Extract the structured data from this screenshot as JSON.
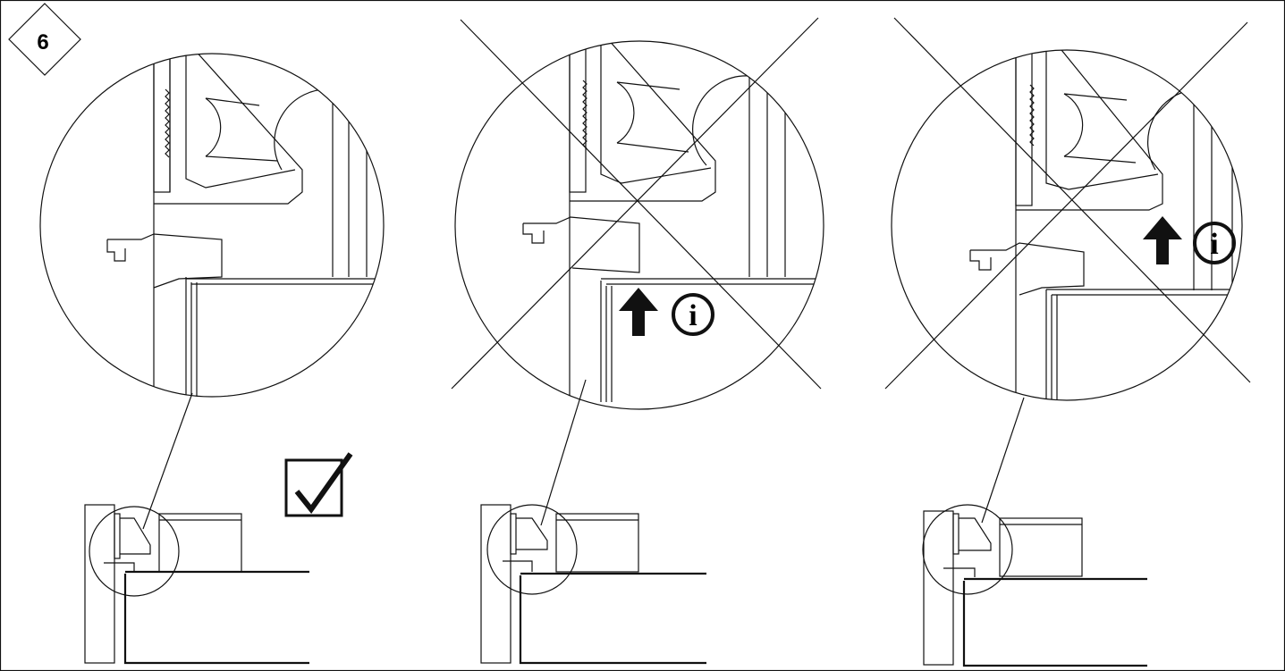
{
  "step": {
    "number": "6"
  },
  "panels": [
    {
      "id": "correct",
      "status": "correct",
      "mark_icon": "checkmark-icon"
    },
    {
      "id": "wrong-1",
      "status": "incorrect",
      "mark_icon": "cross-out-icon",
      "hint_icons": [
        "up-arrow-icon",
        "info-icon"
      ]
    },
    {
      "id": "wrong-2",
      "status": "incorrect",
      "mark_icon": "cross-out-icon",
      "hint_icons": [
        "up-arrow-icon",
        "info-icon"
      ]
    }
  ],
  "info": {
    "glyph": "i"
  },
  "colors": {
    "line": "#111111",
    "background": "#ffffff"
  }
}
